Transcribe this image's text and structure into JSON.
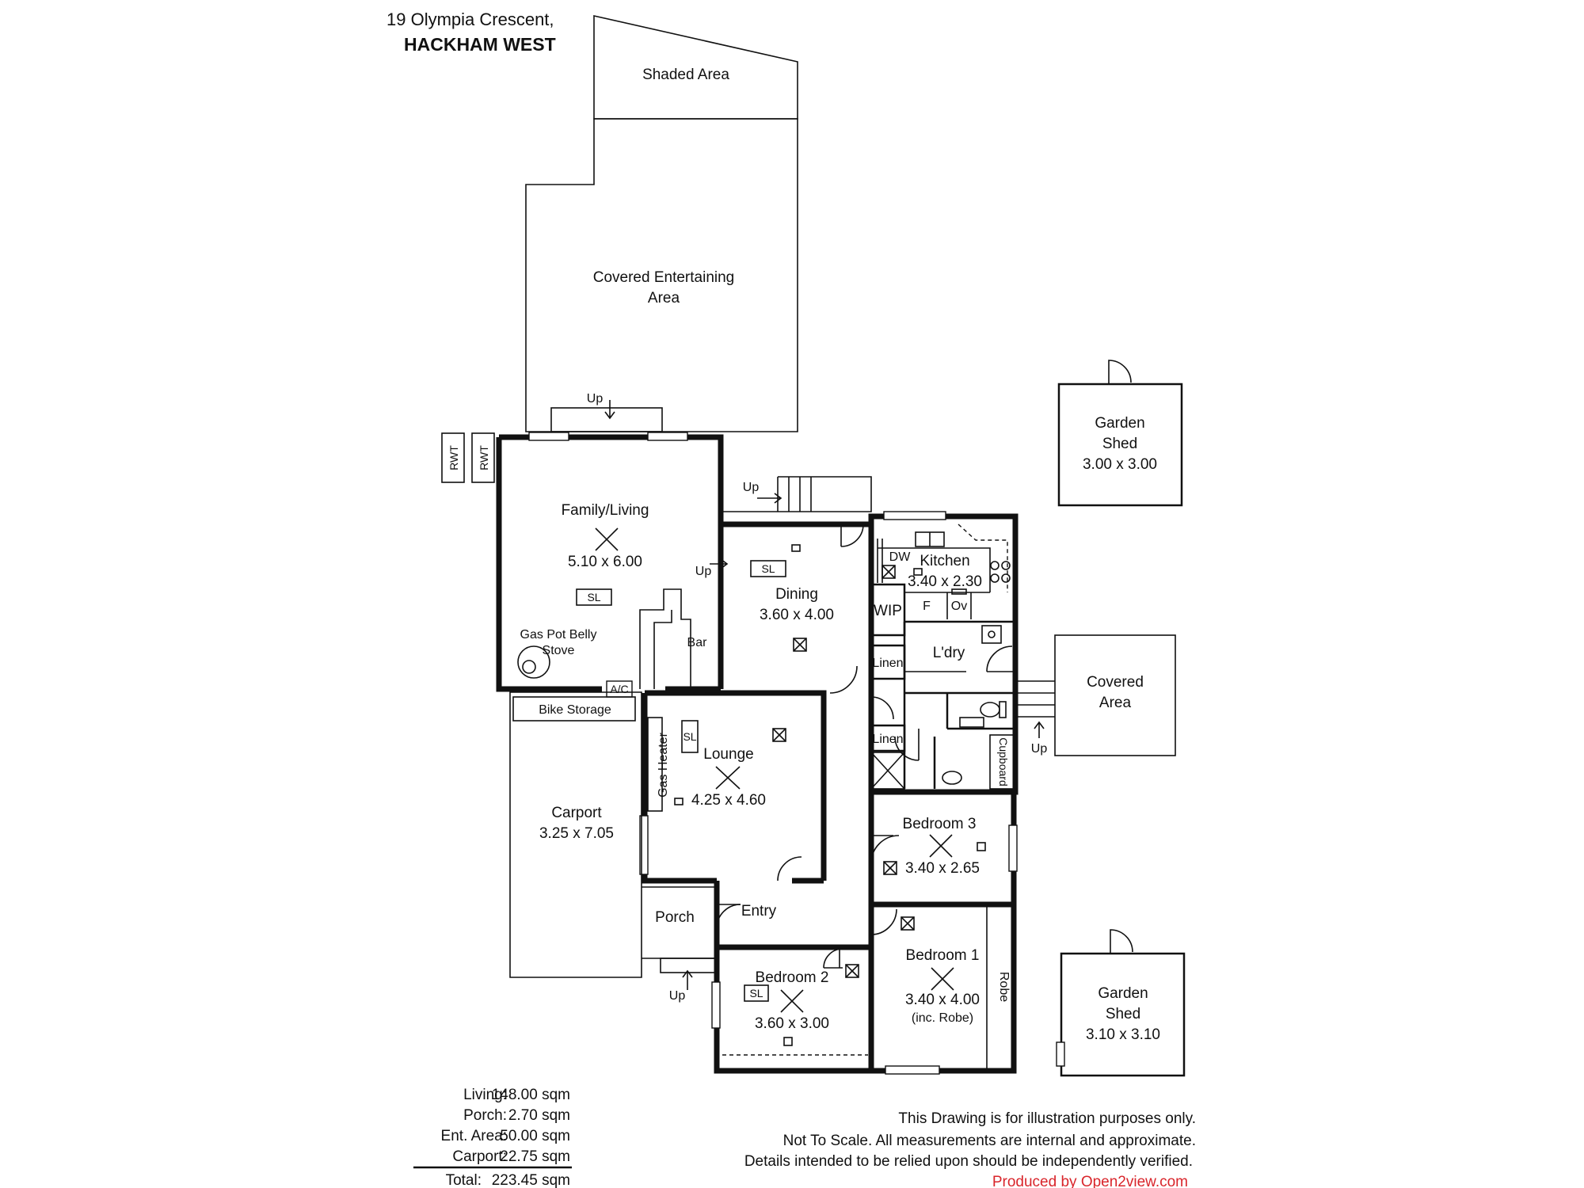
{
  "header": {
    "street": "19 Olympia Crescent,",
    "suburb": "HACKHAM WEST"
  },
  "rooms": {
    "shaded_area": "Shaded Area",
    "covered_entertaining_l1": "Covered Entertaining",
    "covered_entertaining_l2": "Area",
    "family_living": "Family/Living",
    "family_living_dim": "5.10 x 6.00",
    "dining": "Dining",
    "dining_dim": "3.60 x 4.00",
    "kitchen": "Kitchen",
    "kitchen_dim": "3.40 x 2.30",
    "laundry": "L'dry",
    "lounge": "Lounge",
    "lounge_dim": "4.25 x 4.60",
    "carport": "Carport",
    "carport_dim": "3.25 x 7.05",
    "bedroom1": "Bedroom 1",
    "bedroom1_dim": "3.40 x 4.00",
    "bedroom1_note": "(inc. Robe)",
    "bedroom2": "Bedroom 2",
    "bedroom2_dim": "3.60 x 3.00",
    "bedroom3": "Bedroom 3",
    "bedroom3_dim": "3.40 x 2.65",
    "porch": "Porch",
    "entry": "Entry",
    "garden_shed_a_l1": "Garden",
    "garden_shed_a_l2": "Shed",
    "garden_shed_a_dim": "3.00 x 3.00",
    "garden_shed_b_l1": "Garden",
    "garden_shed_b_l2": "Shed",
    "garden_shed_b_dim": "3.10 x 3.10",
    "covered_area_l1": "Covered",
    "covered_area_l2": "Area"
  },
  "fixtures": {
    "rwt": "RWT",
    "up": "Up",
    "sl": "SL",
    "bar": "Bar",
    "stove_l1": "Gas Pot Belly",
    "stove_l2": "Stove",
    "ac": "A/C",
    "bike_storage": "Bike Storage",
    "gas_heater": "Gas Heater",
    "wip": "WIP",
    "dw": "DW",
    "fridge": "F",
    "oven": "Ov",
    "linen": "Linen",
    "cupboard": "Cupboard",
    "robe": "Robe"
  },
  "areas": [
    {
      "label": "Living:",
      "value": "148.00 sqm"
    },
    {
      "label": "Porch:",
      "value": "2.70 sqm"
    },
    {
      "label": "Ent. Area:",
      "value": "50.00 sqm"
    },
    {
      "label": "Carport:",
      "value": "22.75 sqm"
    },
    {
      "label": "Total:",
      "value": "223.45 sqm"
    }
  ],
  "disclaimer": {
    "line1": "This Drawing is for illustration purposes only.",
    "line2": "Not To Scale. All measurements are internal and approximate.",
    "line3": "Details intended to be relied upon should be independently verified.",
    "credit": "Produced by Open2view.com"
  },
  "colors": {
    "wall": "#111111",
    "credit": "#d9252b"
  }
}
